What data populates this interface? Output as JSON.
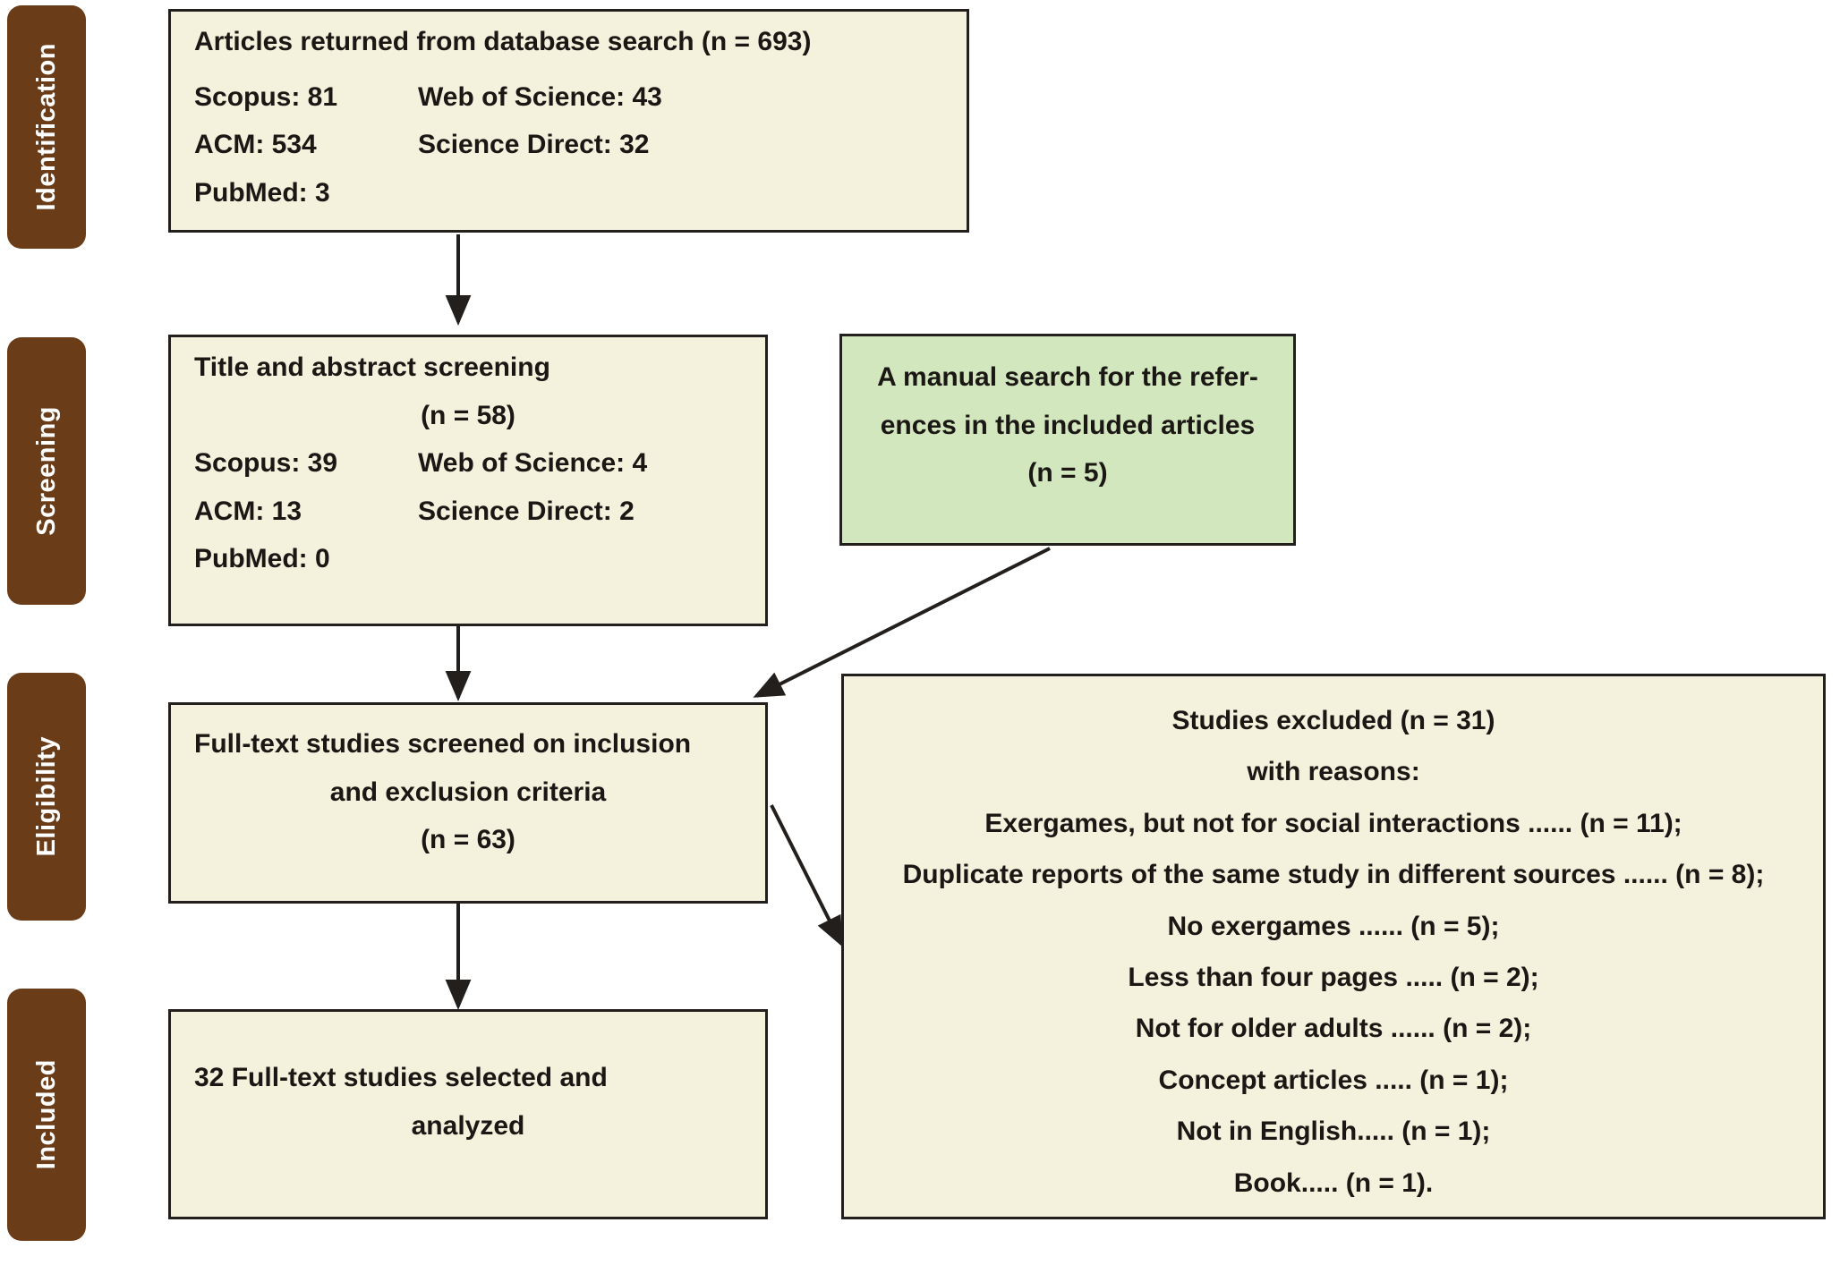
{
  "diagram": {
    "type": "prisma-flow-diagram",
    "colors": {
      "stage_tab": "#6b3c18",
      "stage_tab_text": "#ffffff",
      "box_fill": "#f4f1dd",
      "box_fill_manual": "#d2e7bd",
      "box_border": "#231f1c",
      "text": "#1b1714",
      "background": "#ffffff"
    }
  },
  "stages": [
    {
      "label": "Identification"
    },
    {
      "label": "Screening"
    },
    {
      "label": "Eligibility"
    },
    {
      "label": "Included"
    }
  ],
  "identification_box": {
    "title": "Articles returned from database search (n = 693)",
    "total": 693,
    "sources": [
      {
        "left": "Scopus: 81",
        "right": "Web of Science:  43"
      },
      {
        "left": "ACM:  534",
        "right": "Science Direct: 32"
      },
      {
        "left": "PubMed:  3",
        "right": ""
      }
    ]
  },
  "screening_box": {
    "title": "Title and abstract screening",
    "count": "(n = 58)",
    "sources": [
      {
        "left": "Scopus: 39",
        "right": "Web of Science:  4"
      },
      {
        "left": "ACM:  13",
        "right": "Science Direct: 2"
      },
      {
        "left": "PubMed:  0",
        "right": ""
      }
    ]
  },
  "manual_search_box": {
    "line1": "A manual search for the refer-",
    "line2": "ences in the included articles",
    "count": "(n = 5)"
  },
  "eligibility_box": {
    "line1": "Full-text studies screened on inclusion",
    "line2": "and exclusion criteria",
    "count": "(n = 63)"
  },
  "included_box": {
    "line1": "32 Full-text studies selected and",
    "line2": "analyzed"
  },
  "excluded_box": {
    "header": "Studies excluded (n = 31)",
    "subheader": "with reasons:",
    "reasons": [
      "Exergames, but not for social interactions ...... (n = 11);",
      "Duplicate reports of the same study in different sources ...... (n = 8);",
      "No exergames ...... (n = 5);",
      "Less than four pages ..... (n = 2);",
      "Not for older adults ...... (n = 2);",
      "Concept articles ..... (n = 1);",
      "Not in English..... (n = 1);",
      "Book..... (n = 1)."
    ]
  }
}
